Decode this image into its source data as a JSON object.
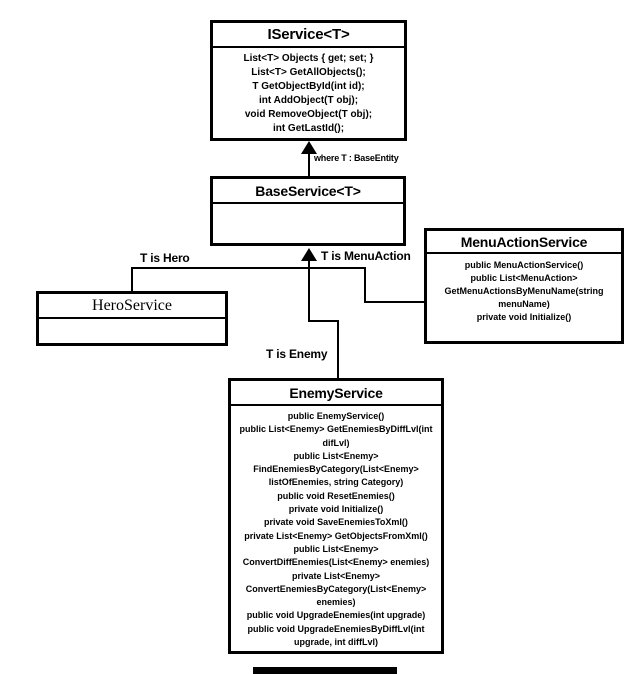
{
  "diagram": {
    "type": "uml-class-diagram",
    "background_color": "#ffffff",
    "line_color": "#000000",
    "classes": {
      "iservice": {
        "title": "IService<T>",
        "members": [
          "List<T> Objects { get; set; }",
          "List<T> GetAllObjects();",
          "T GetObjectById(int id);",
          "int AddObject(T obj);",
          "void RemoveObject(T obj);",
          "int GetLastId();"
        ]
      },
      "baseservice": {
        "title": "BaseService<T>",
        "members": []
      },
      "heroservice": {
        "title": "HeroService",
        "members": []
      },
      "menuactionservice": {
        "title": "MenuActionService",
        "members": [
          "public MenuActionService()",
          "public List<MenuAction> GetMenuActionsByMenuName(string menuName)",
          "private void Initialize()"
        ]
      },
      "enemyservice": {
        "title": "EnemyService",
        "members": [
          "public EnemyService()",
          "public List<Enemy> GetEnemiesByDiffLvl(int difLvl)",
          "public List<Enemy> FindEnemiesByCategory(List<Enemy> listOfEnemies, string Category)",
          "public void ResetEnemies()",
          "private void Initialize()",
          "private void SaveEnemiesToXml()",
          "private List<Enemy> GetObjectsFromXml()",
          "public List<Enemy> ConvertDiffEnemies(List<Enemy> enemies)",
          "private List<Enemy> ConvertEnemiesByCategory(List<Enemy> enemies)",
          "public void UpgradeEnemies(int upgrade)",
          "public void UpgradeEnemiesByDiffLvl(int upgrade, int diffLvl)"
        ]
      }
    },
    "relationship_labels": {
      "where_constraint": "where T : BaseEntity",
      "hero": "T is Hero",
      "menuaction": "T is MenuAction",
      "enemy": "T is Enemy"
    }
  }
}
